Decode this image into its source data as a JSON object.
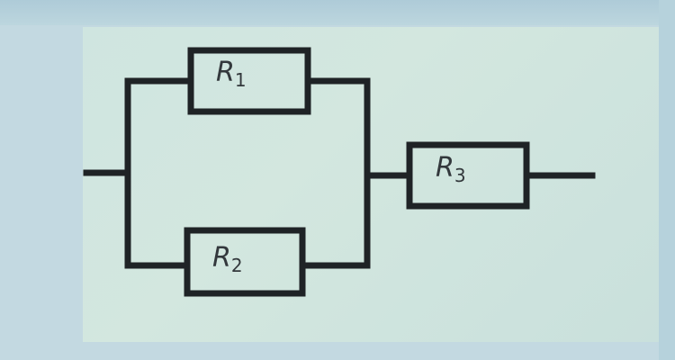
{
  "resistors": [
    {
      "symbol": "R",
      "index": "1"
    },
    {
      "symbol": "R",
      "index": "2"
    },
    {
      "symbol": "R",
      "index": "3"
    }
  ]
}
